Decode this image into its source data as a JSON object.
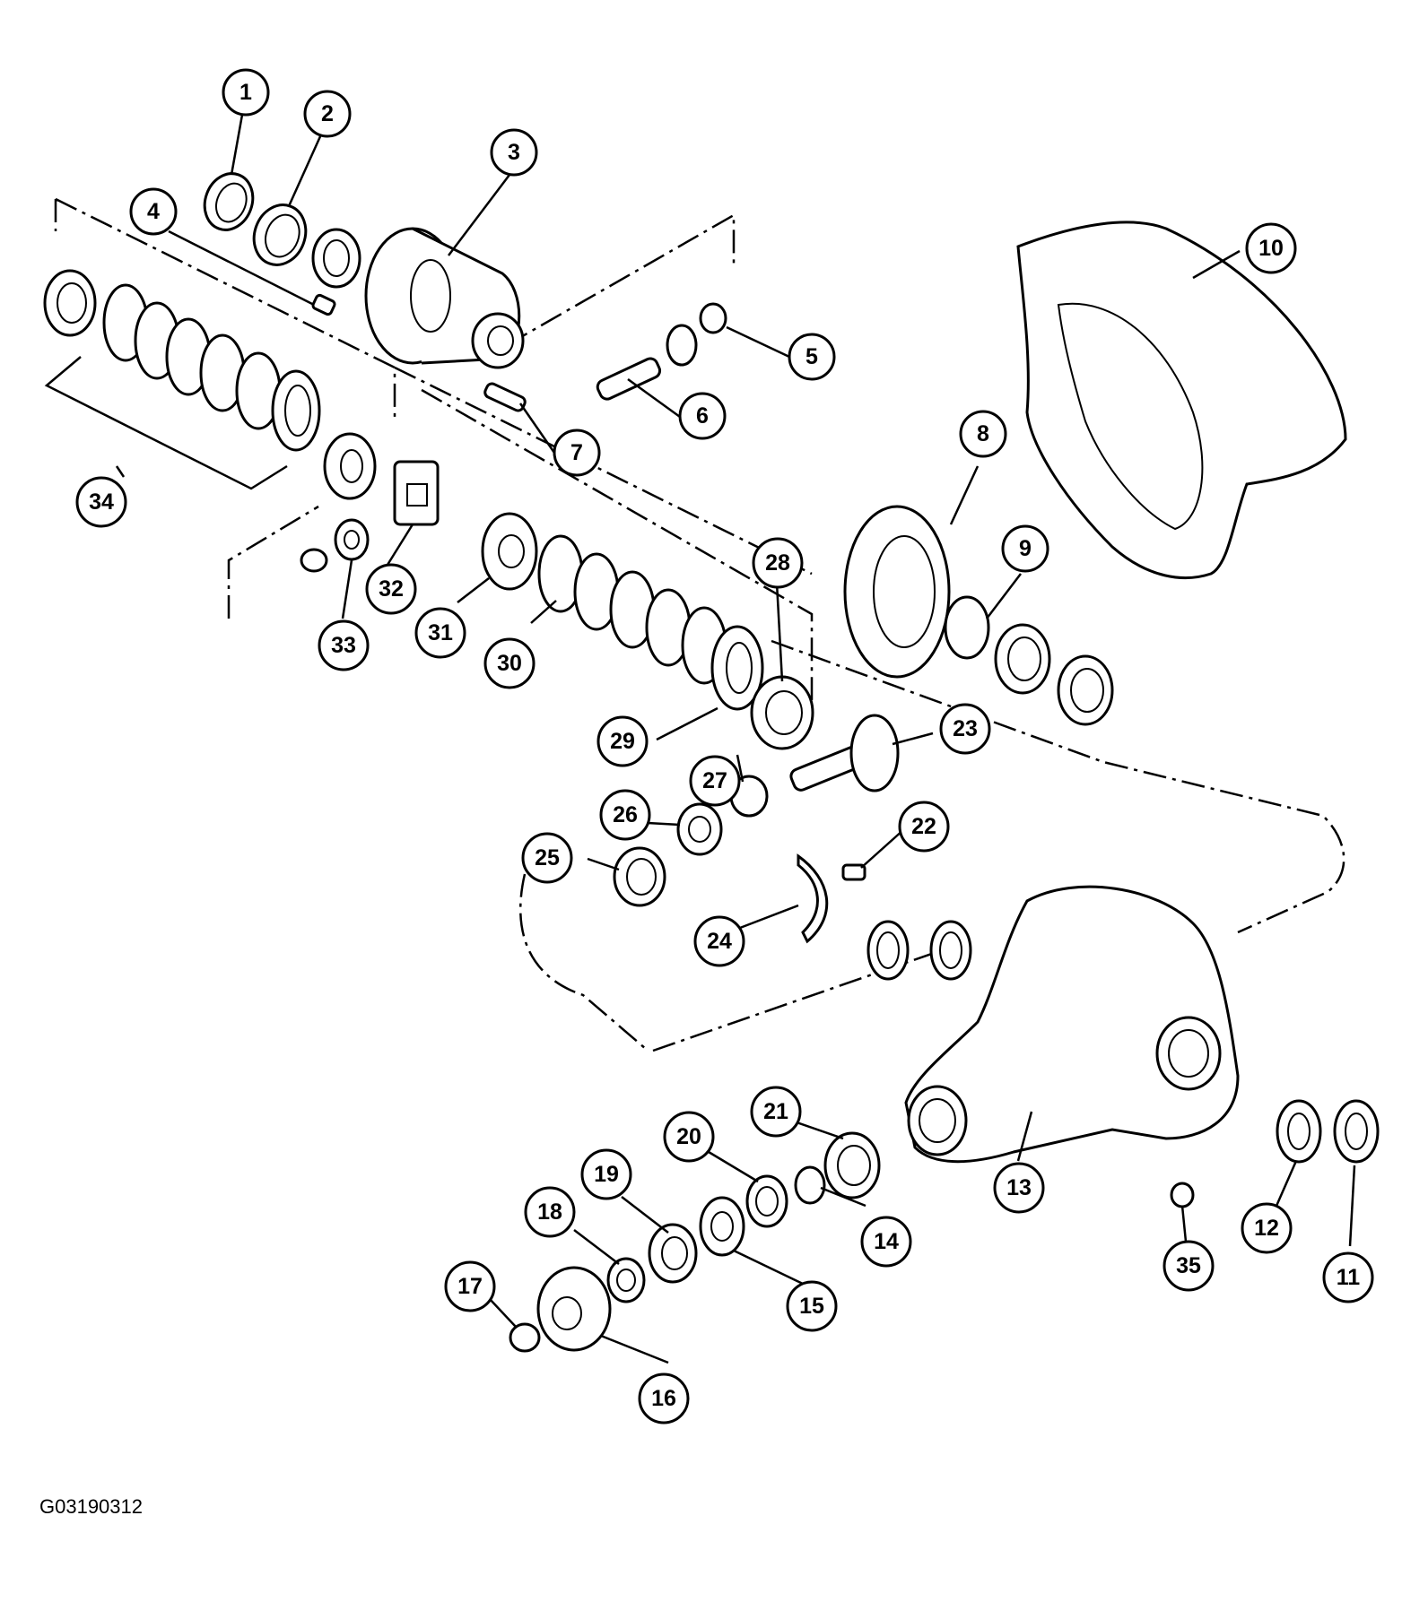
{
  "figure_id": "G03190312",
  "callouts": [
    "1",
    "2",
    "3",
    "4",
    "5",
    "6",
    "7",
    "8",
    "9",
    "10",
    "11",
    "12",
    "13",
    "14",
    "15",
    "16",
    "17",
    "18",
    "19",
    "20",
    "21",
    "22",
    "23",
    "24",
    "25",
    "26",
    "27",
    "28",
    "29",
    "30",
    "31",
    "32",
    "33",
    "34",
    "35"
  ]
}
